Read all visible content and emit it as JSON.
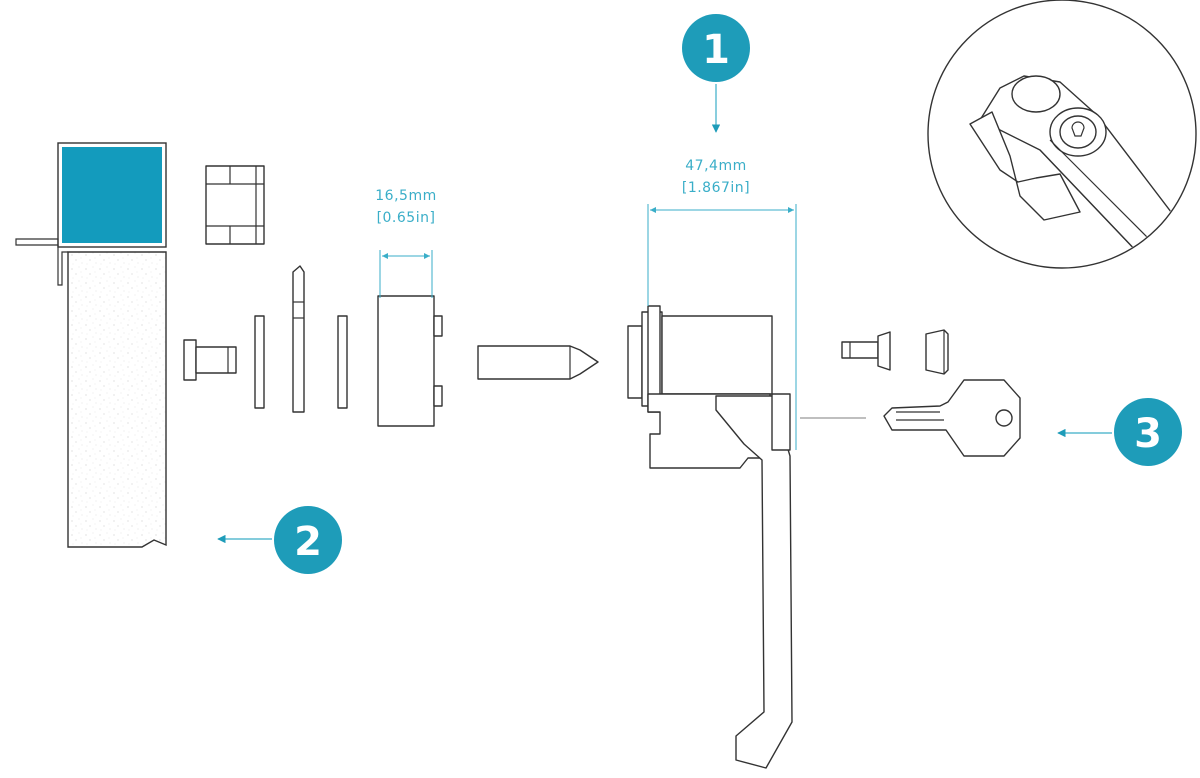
{
  "colors": {
    "accent": "#1e9cb9",
    "dimension": "#3aaec8",
    "line": "#333333",
    "profile_fill": "#139bbd"
  },
  "dimensions": {
    "cam": {
      "metric": "16,5mm",
      "imperial": "[0.65in]"
    },
    "body": {
      "metric": "47,4mm",
      "imperial": "[1.867in]"
    }
  },
  "callouts": [
    {
      "label": "1"
    },
    {
      "label": "2"
    },
    {
      "label": "3"
    }
  ]
}
